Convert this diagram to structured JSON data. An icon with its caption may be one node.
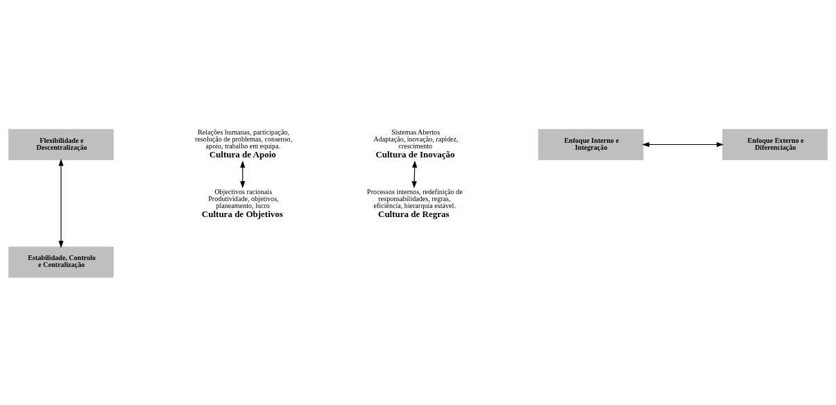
{
  "diagram": {
    "nodes": [
      {
        "text": [
          "Flexibilidade e Descentralização"
        ]
      },
      {
        "text": [
          "Relações humanas, participação, resolução de problemas, consenso, apoio, trabalho em equipa.",
          "Cultura de Apoio"
        ]
      },
      {
        "text": [
          "Sistemas Abertos",
          "Adaptação, inovação, rapidez, crescimento",
          "Cultura de Inovação"
        ]
      },
      {
        "text": [
          "Enfoque Interno e Integração"
        ]
      },
      {
        "text": [
          "Enfoque Externo e Diferenciação"
        ]
      },
      {
        "text": [
          "Processos internos, redefinição de responsabilidades, regras, eficiência, hierarquia estável.",
          "Cultura de Regras"
        ]
      },
      {
        "text": [
          "Objectivos racionais",
          "Produtividade, objetivos, planeamento, lucro",
          "Cultura de Objetivos"
        ]
      },
      {
        "text": [
          "Estabilidade, Controlo e Centralização"
        ]
      }
    ],
    "edges": [
      {
        "from": 0,
        "to": 7,
        "arrow": "both"
      },
      {
        "from": 3,
        "to": 4,
        "arrow": "both"
      },
      {
        "from": 1,
        "to": 6,
        "arrow": "both"
      },
      {
        "from": 5,
        "to": 2,
        "arrow": "both"
      }
    ]
  }
}
